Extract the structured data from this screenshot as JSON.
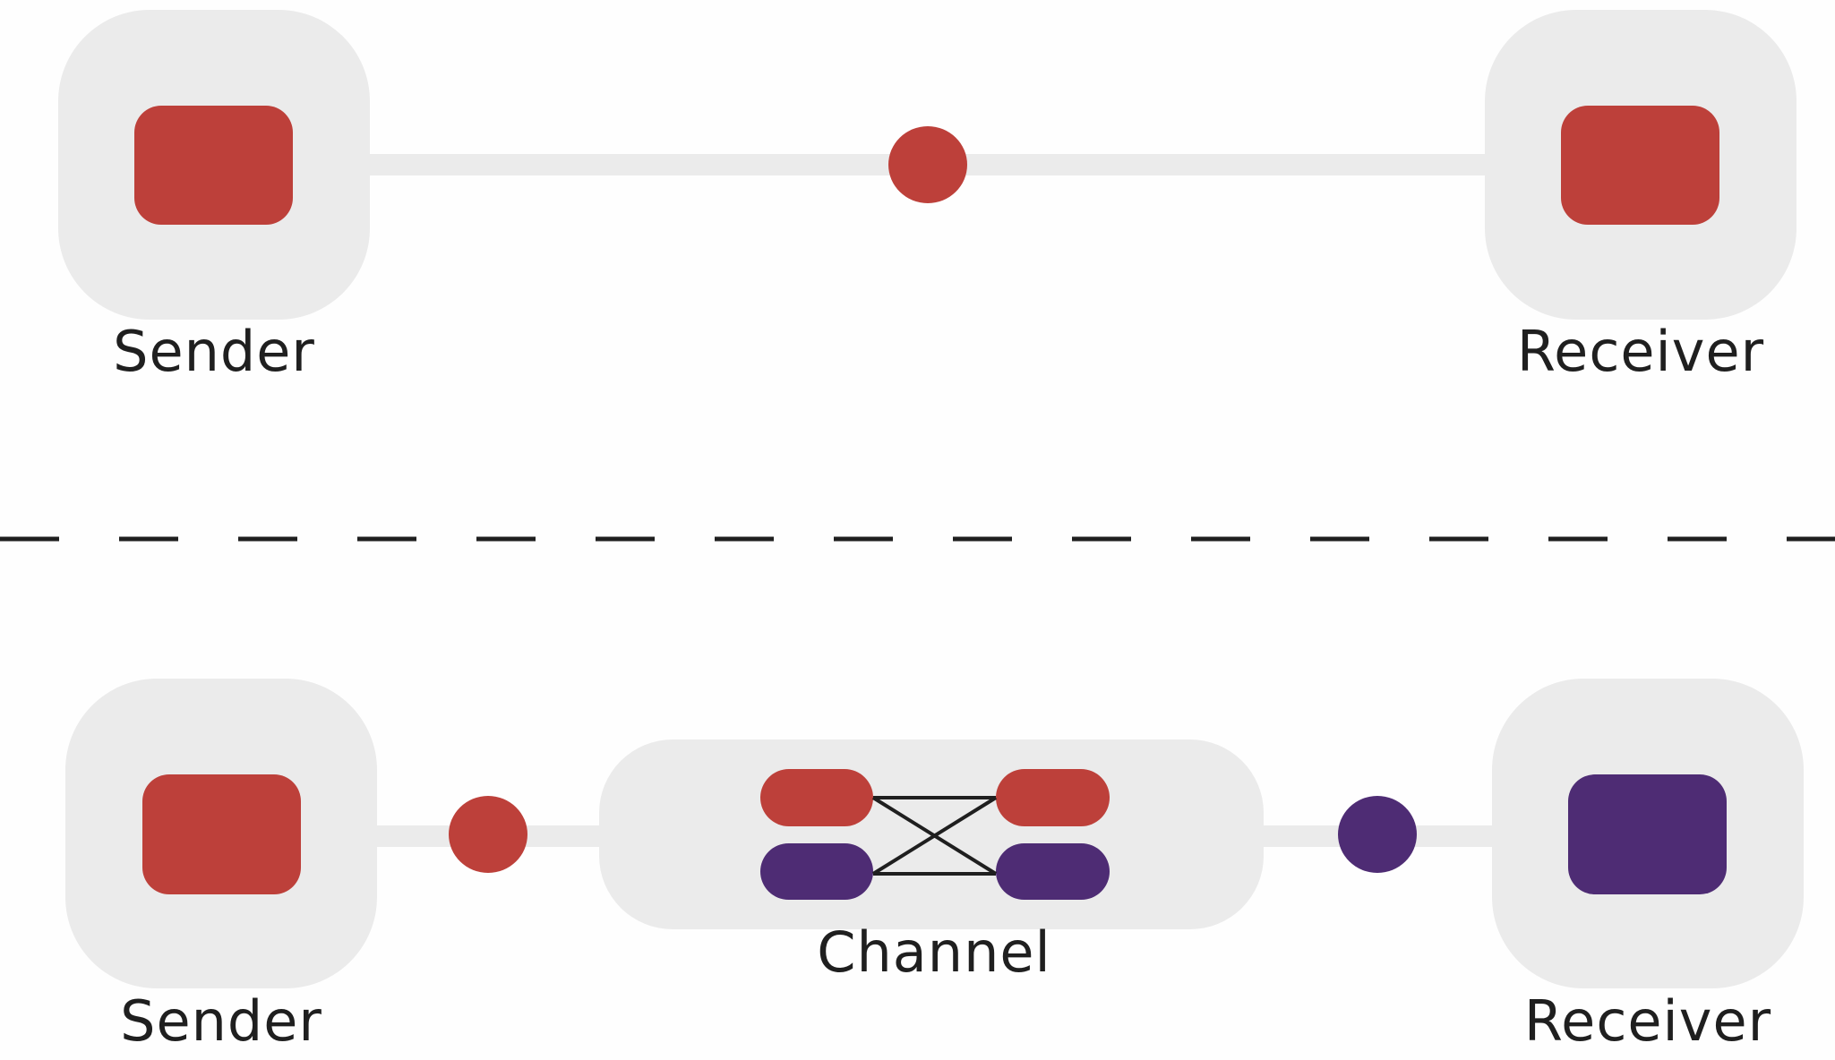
{
  "colors": {
    "background": "#fefefe",
    "node_fill": "#ebebeb",
    "red": "#bd403a",
    "purple": "#4e2c74",
    "stroke": "#1f1f1f",
    "text": "#1f1f1f"
  },
  "top": {
    "sender_label": "Sender",
    "receiver_label": "Receiver",
    "sender_state_color": "red",
    "message_color": "red",
    "receiver_state_color": "red"
  },
  "bottom": {
    "sender_label": "Sender",
    "channel_label": "Channel",
    "receiver_label": "Receiver",
    "sender_state_color": "red",
    "input_message_color": "red",
    "output_message_color": "purple",
    "receiver_state_color": "purple",
    "channel_inputs": [
      "red",
      "purple"
    ],
    "channel_outputs": [
      "red",
      "purple"
    ]
  }
}
